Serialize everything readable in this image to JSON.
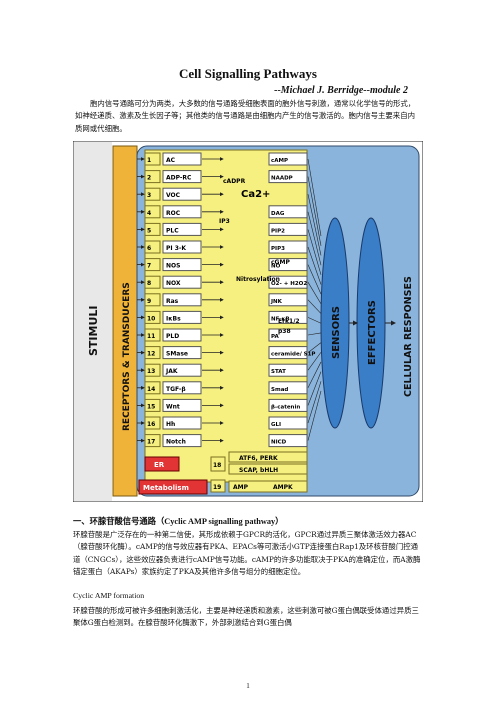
{
  "doc": {
    "title": "Cell Signalling Pathways",
    "author": "--Michael J. Berridge--module 2",
    "intro": "胞内信号通路可分为两类，大多数的信号通路受细胞表面的胞外信号刺激，通常以化学信号的形式，如神经递质、激素及生长因子等；其他类的信号通路是由细胞内产生的信号激活的。胞内信号主要来自内质网或代细胞。",
    "section_title_cn": "一、环腺苷酸信号通路",
    "section_title_en": "（Cyclic AMP signalling pathway）",
    "paragraph_1": "环腺苷酸是广泛存在的一种第二信使，其形成依赖于GPCR的活化，GPCR通过异质三聚体激活效力器AC（腺苷酸环化酶）。cAMP的信号效应器有PKA、EPACs等可激活小GTP连接蛋白Rap1及环核苷酸门控通道（CNGCs），这些效应器负责进行cAMP信号功能。cAMP的许多功能取决于PKA的准确定位，而A激酶锚定蛋白（AKAPs）家族约定了PKA及其他许多信号组分的细胞定位。",
    "subheading": "Cyclic AMP formation",
    "paragraph_2": "环腺苷酸的形成可被许多细胞刺激活化，主要是神经递质和激素，这些刺激可被G蛋白偶联受体通过异质三聚体G蛋白检测到。在腺苷酸环化酶激下，外部刺激结合到G蛋白偶",
    "page_number": "1"
  },
  "figure": {
    "labels": {
      "stimuli": "STIMULI",
      "receptors": "RECEPTORS & TRANSDUCERS",
      "sensors": "SENSORS",
      "effectors": "EFFECTORS",
      "responses": "CELLULAR RESPONSES",
      "er": "ER",
      "metabolism": "Metabolism"
    },
    "rows": [
      {
        "n": "1",
        "a": "AC",
        "b": "cAMP"
      },
      {
        "n": "2",
        "a": "ADP-RC",
        "b": "NAADP"
      },
      {
        "n": "3",
        "a": "VOC",
        "b": ""
      },
      {
        "n": "4",
        "a": "ROC",
        "b": "DAG"
      },
      {
        "n": "5",
        "a": "PLC",
        "b": "PIP2"
      },
      {
        "n": "6",
        "a": "PI 3-K",
        "b": "PIP3"
      },
      {
        "n": "7",
        "a": "NOS",
        "b": "NO"
      },
      {
        "n": "8",
        "a": "NOX",
        "b": "O2- + H2O2"
      },
      {
        "n": "9",
        "a": "Ras",
        "b": "JNK"
      },
      {
        "n": "10",
        "a": "IκBs",
        "b": "NF-κB"
      },
      {
        "n": "11",
        "a": "PLD",
        "b": "PA"
      },
      {
        "n": "12",
        "a": "SMase",
        "b": "ceramide/ S1P"
      },
      {
        "n": "13",
        "a": "JAK",
        "b": "STAT"
      },
      {
        "n": "14",
        "a": "TGF-β",
        "b": "Smad"
      },
      {
        "n": "15",
        "a": "Wnt",
        "b": "β-catenin"
      },
      {
        "n": "16",
        "a": "Hh",
        "b": "GLI"
      },
      {
        "n": "17",
        "a": "Notch",
        "b": "NICD"
      }
    ],
    "extra": {
      "cadpr": "cADPR",
      "ca": "Ca2+",
      "ip3": "IP3",
      "cgmp": "cGMP",
      "nitrosylation": "Nitrosylation",
      "erk": "Erk1/2",
      "p38": "p38",
      "er_num": "18",
      "atf6": "ATF6, PERK",
      "scap": "SCAP, bHLH",
      "met_num": "19",
      "amp": "AMP",
      "ampk": "AMPK"
    }
  }
}
